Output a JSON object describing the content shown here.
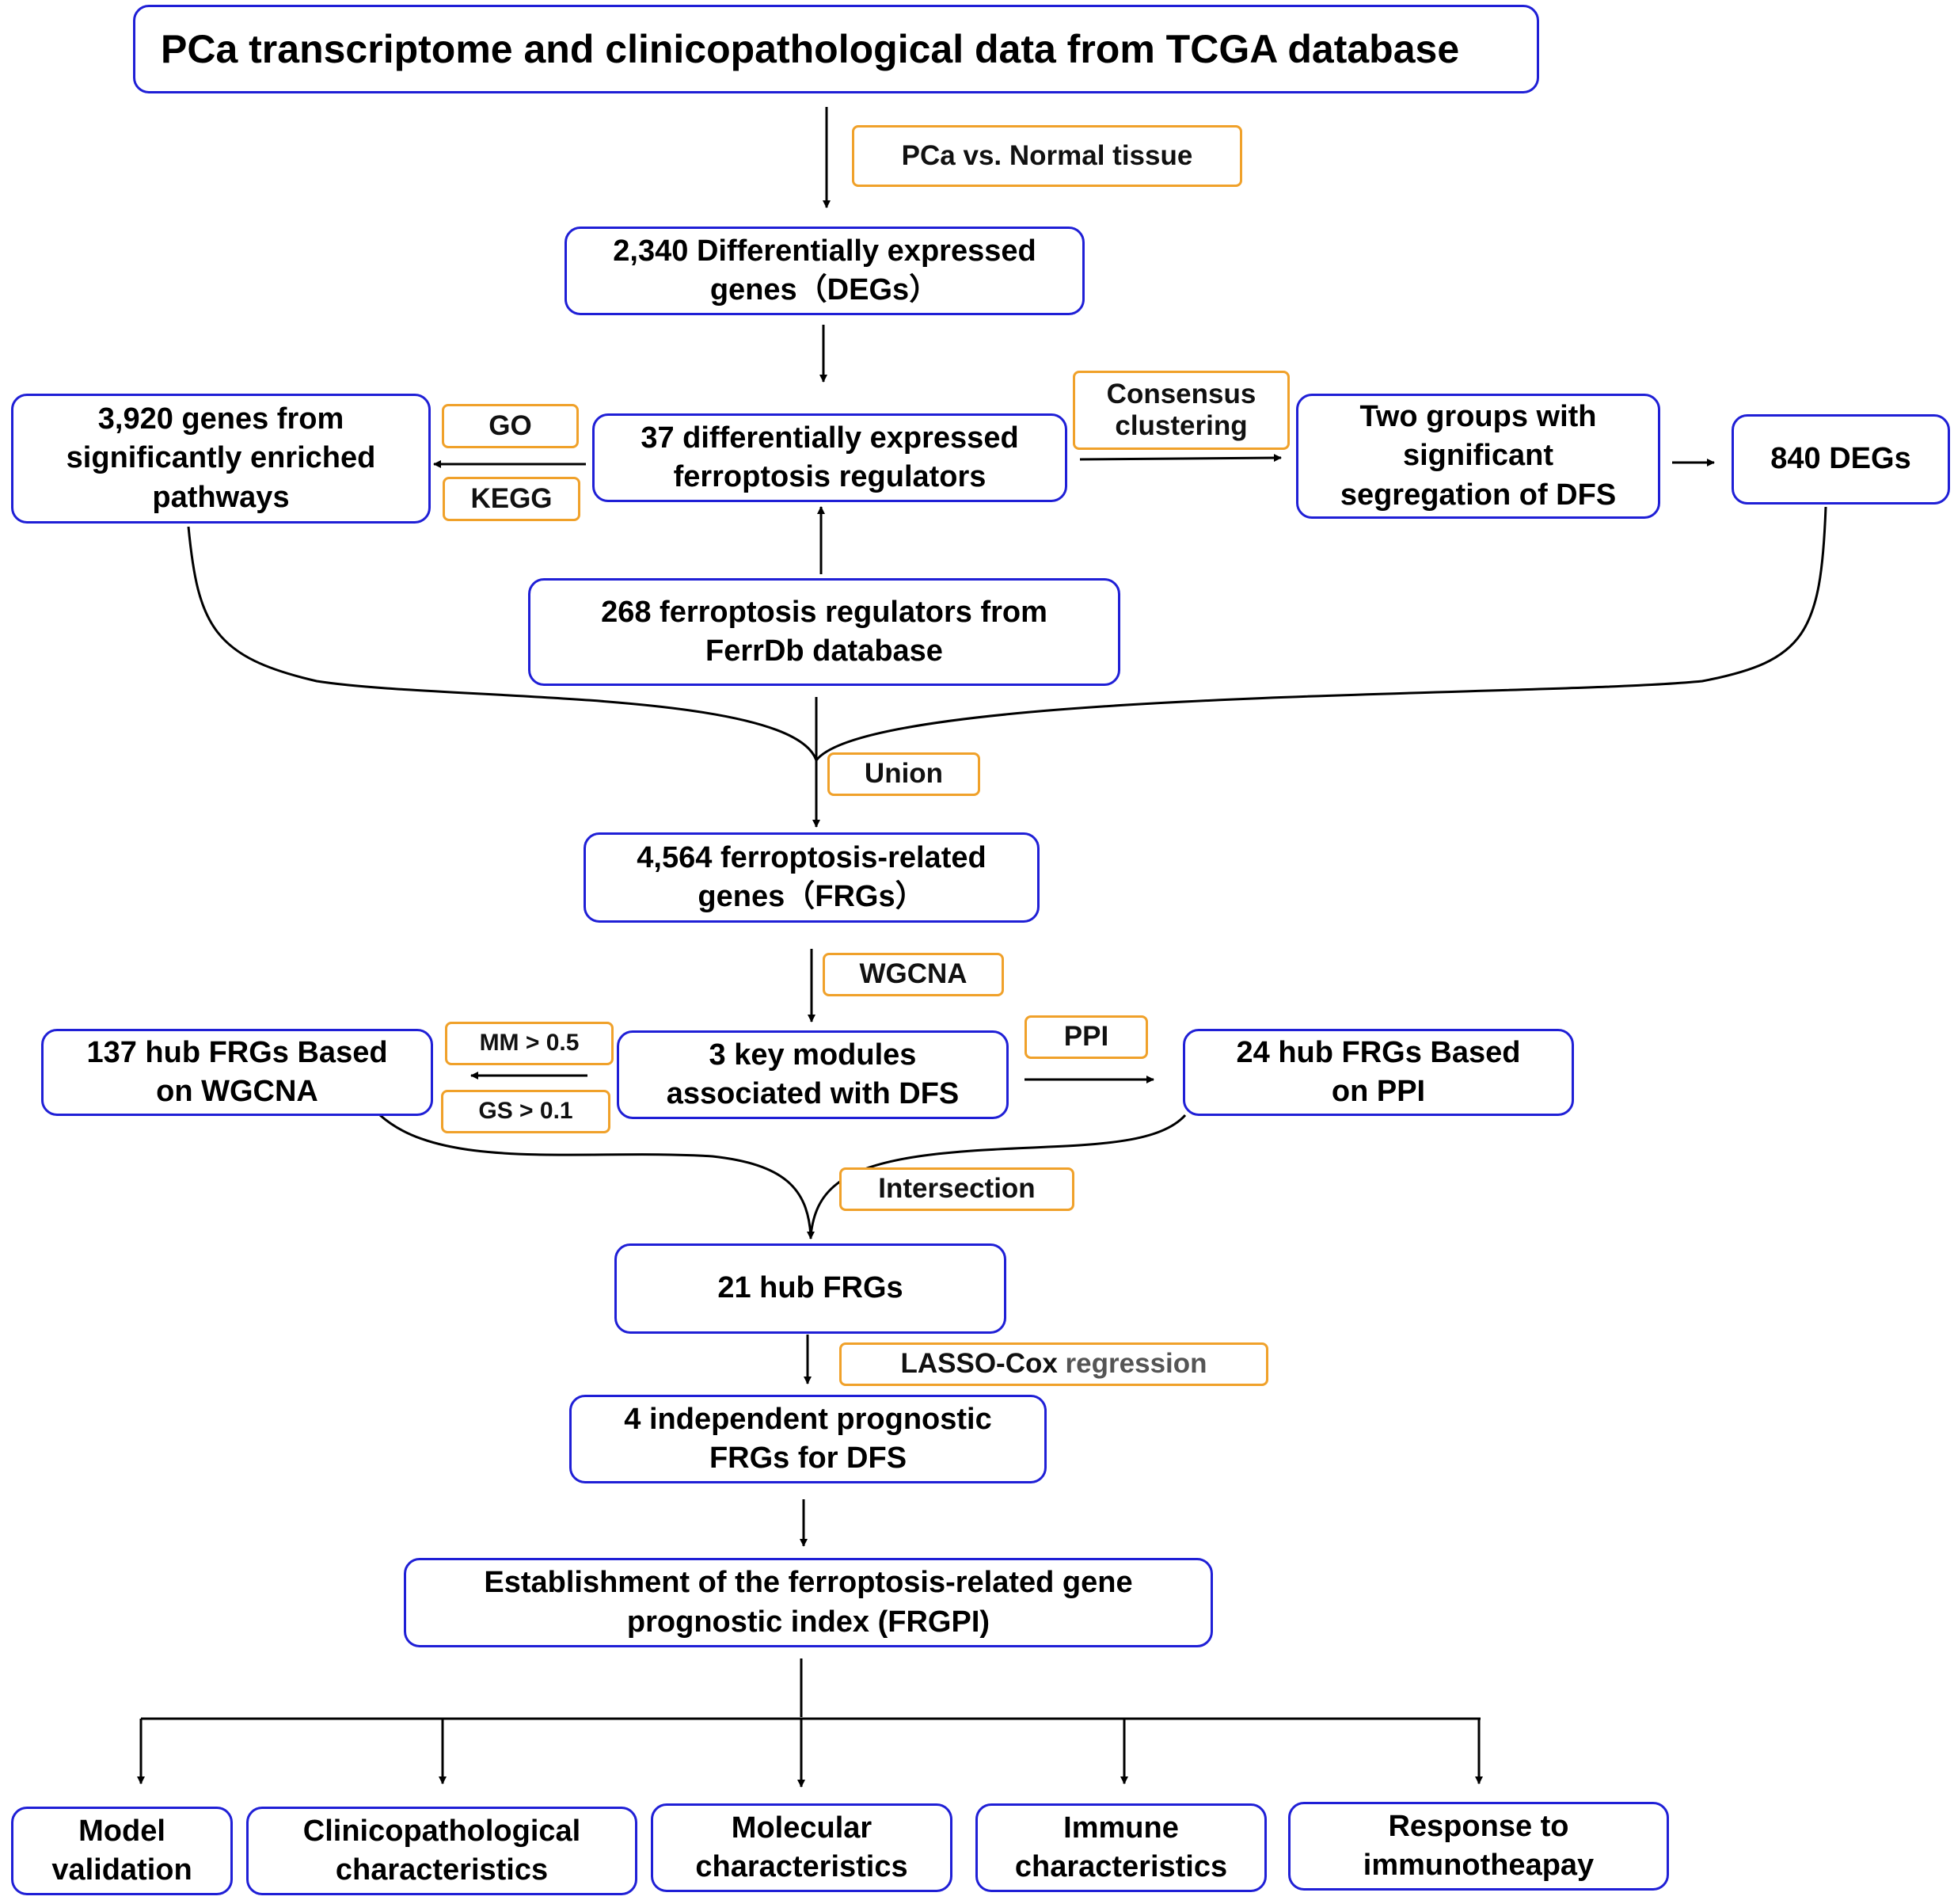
{
  "colors": {
    "box_border": "#1f1fd6",
    "tag_border": "#f0a12a",
    "line": "#000000",
    "text": "#000000"
  },
  "nodes": {
    "source": "PCa transcriptome and clinicopathological data from TCGA database",
    "degs": "2,340 Differentially expressed\ngenes（DEGs）",
    "enriched_genes": "3,920 genes from\nsignificantly enriched\npathways",
    "de_regulators": "37 differentially expressed\nferroptosis regulators",
    "two_groups": "Two groups with\nsignificant\nsegregation of DFS",
    "degs_840": "840 DEGs",
    "ferrdb": "268 ferroptosis regulators from\nFerrDb database",
    "frgs": "4,564 ferroptosis-related\ngenes（FRGs）",
    "hub_wgcna": "137 hub FRGs Based\non WGCNA",
    "key_modules": "3 key modules\nassociated with DFS",
    "hub_ppi": "24 hub FRGs Based\non PPI",
    "hub_21": "21 hub FRGs",
    "prognostic": "4 independent prognostic\nFRGs for DFS",
    "frgpi": "Establishment of the ferroptosis-related gene\nprognostic index (FRGPI)",
    "out_model": "Model\nvalidation",
    "out_clinical": "Clinicopathological\ncharacteristics",
    "out_molecular": "Molecular\ncharacteristics",
    "out_immune": "Immune\ncharacteristics",
    "out_response": "Response to\nimmunotheapay"
  },
  "tags": {
    "pca_vs_normal": "PCa vs. Normal tissue",
    "go": "GO",
    "kegg": "KEGG",
    "consensus": "Consensus\nclustering",
    "union": "Union",
    "wgcna": "WGCNA",
    "mm": "MM > 0.5",
    "gs": "GS > 0.1",
    "ppi": "PPI",
    "intersection": "Intersection",
    "lasso_bold": "LASSO-Cox",
    "lasso_rest": " regression"
  }
}
